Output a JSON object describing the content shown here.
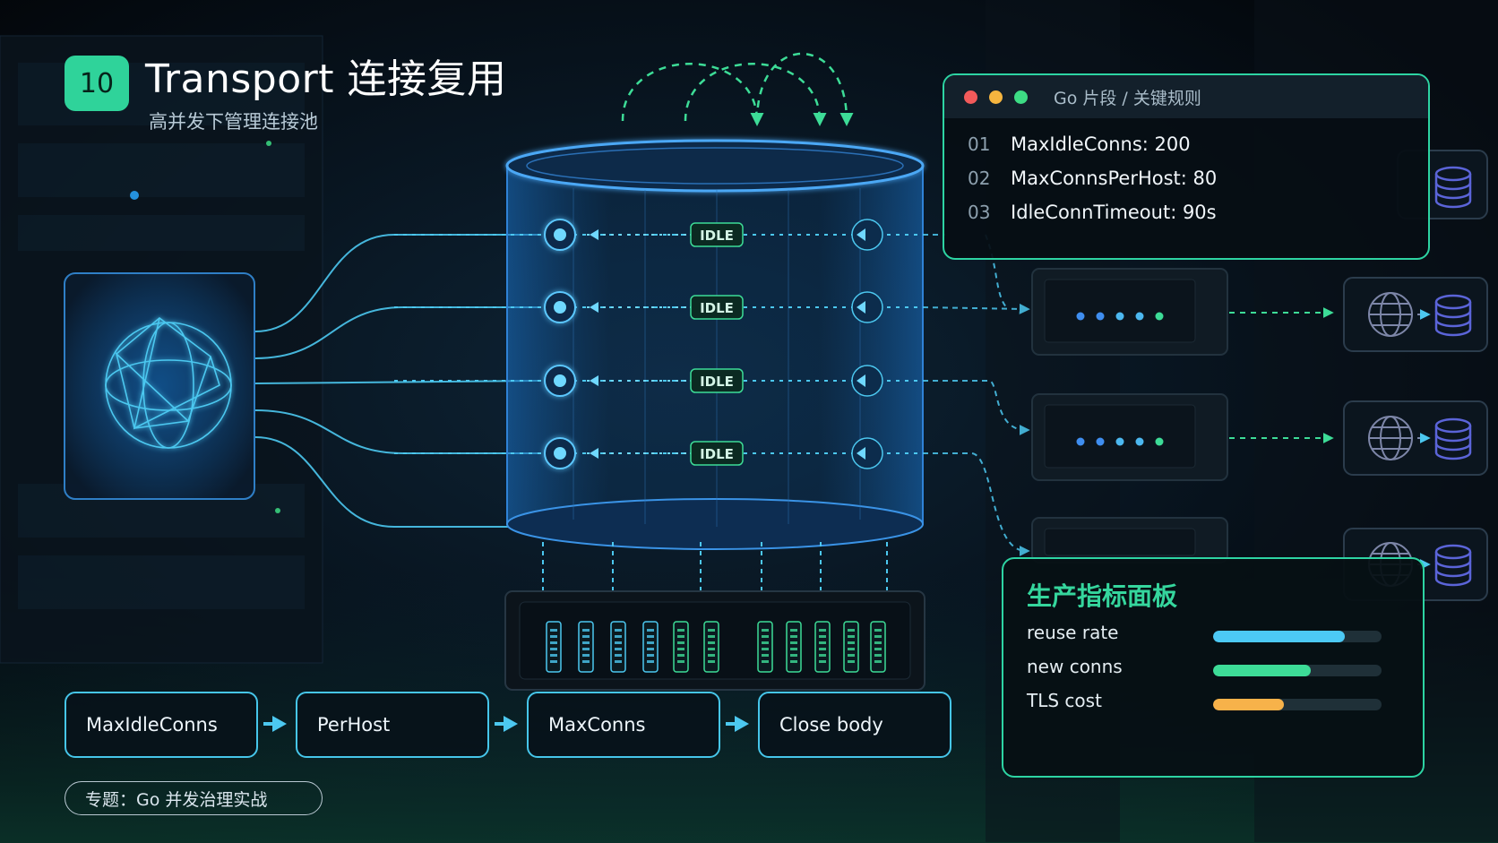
{
  "slide": {
    "number": "10",
    "title": "Transport 连接复用",
    "subtitle": "高并发下管理连接池",
    "topic": "专题：Go 并发治理实战"
  },
  "colors": {
    "accent_green": "#2fd39a",
    "accent_blue": "#46c6ea",
    "panel_border": "#2dd4a3",
    "bar_blue": "#4cc9f5",
    "bar_green": "#3ddc97",
    "bar_orange": "#f7b24a"
  },
  "code_panel": {
    "title": "Go 片段 / 关键规则",
    "lines": [
      {
        "num": "01",
        "text": "MaxIdleConns: 200"
      },
      {
        "num": "02",
        "text": "MaxConnsPerHost: 80"
      },
      {
        "num": "03",
        "text": "IdleConnTimeout: 90s"
      }
    ]
  },
  "pool": {
    "label": "IDLE",
    "slots": 4,
    "icons": [
      "globe-network-icon",
      "database-icon",
      "server-icon"
    ]
  },
  "flow": {
    "steps": [
      "MaxIdleConns",
      "PerHost",
      "MaxConns",
      "Close body"
    ]
  },
  "metrics": {
    "title": "生产指标面板",
    "items": [
      {
        "label": "reuse rate",
        "value": 0.78,
        "color": "#4cc9f5"
      },
      {
        "label": "new conns",
        "value": 0.58,
        "color": "#3ddc97"
      },
      {
        "label": "TLS cost",
        "value": 0.42,
        "color": "#f7b24a"
      }
    ]
  }
}
